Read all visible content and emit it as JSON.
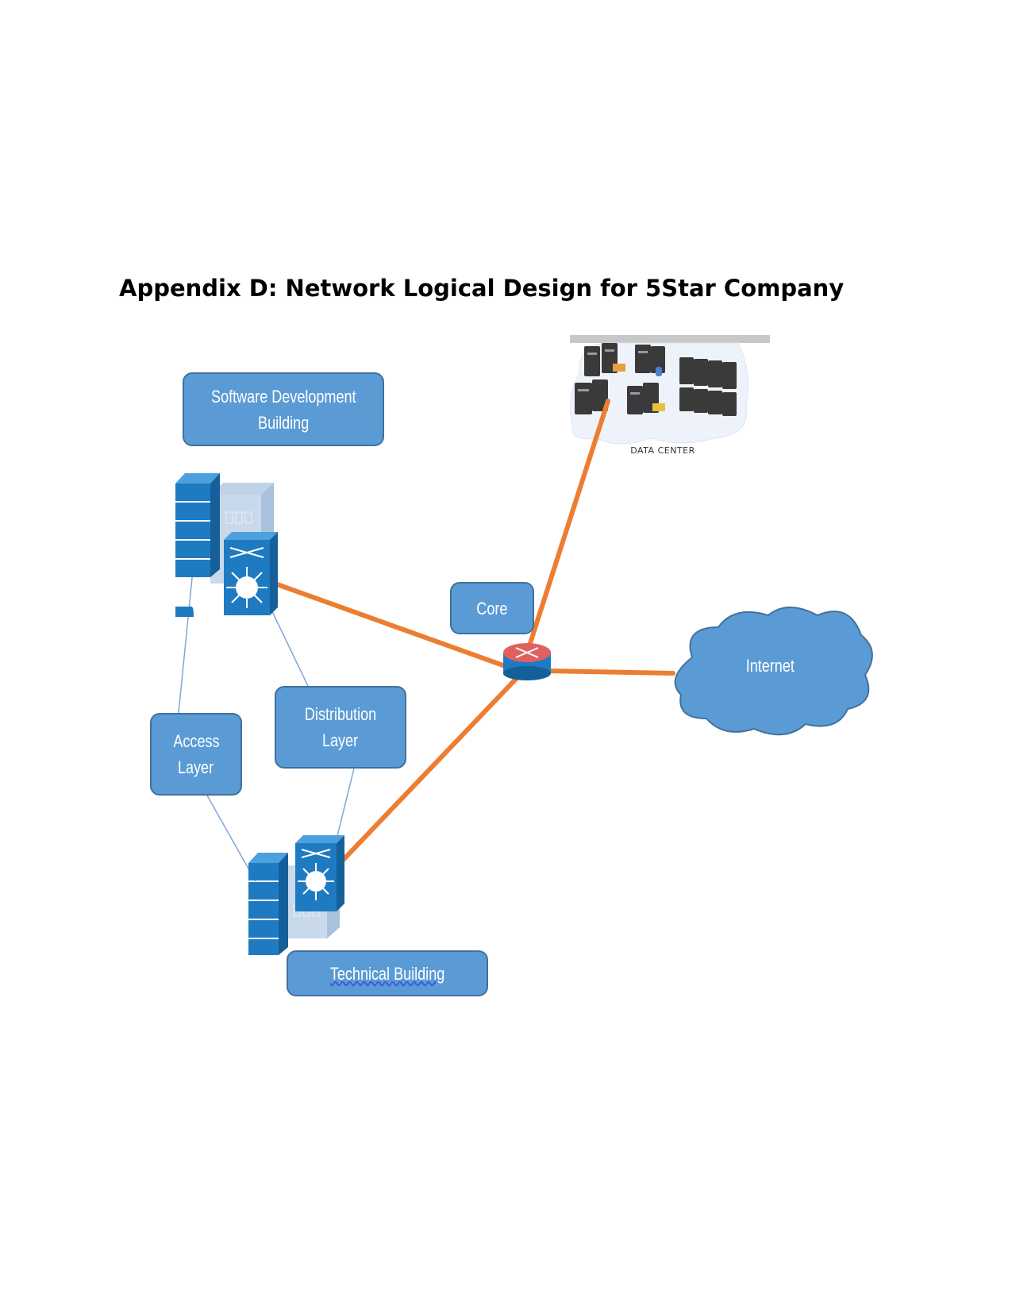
{
  "heading": "Appendix D: Network Logical Design for 5Star Company",
  "diagram": {
    "software_building": {
      "line1": "Software Development",
      "line2": "Building"
    },
    "core": "Core",
    "distribution": {
      "line1": "Distribution",
      "line2": "Layer"
    },
    "access": {
      "line1": "Access",
      "line2": "Layer"
    },
    "technical_building": "Technical  Building",
    "internet": "Internet",
    "data_center": "DATA CENTER",
    "colors": {
      "box_fill": "#5b9bd5",
      "box_border": "#41719c",
      "link": "#ed7d31",
      "device": "#1f7bc1",
      "thin_line": "#7fa7d6"
    }
  }
}
